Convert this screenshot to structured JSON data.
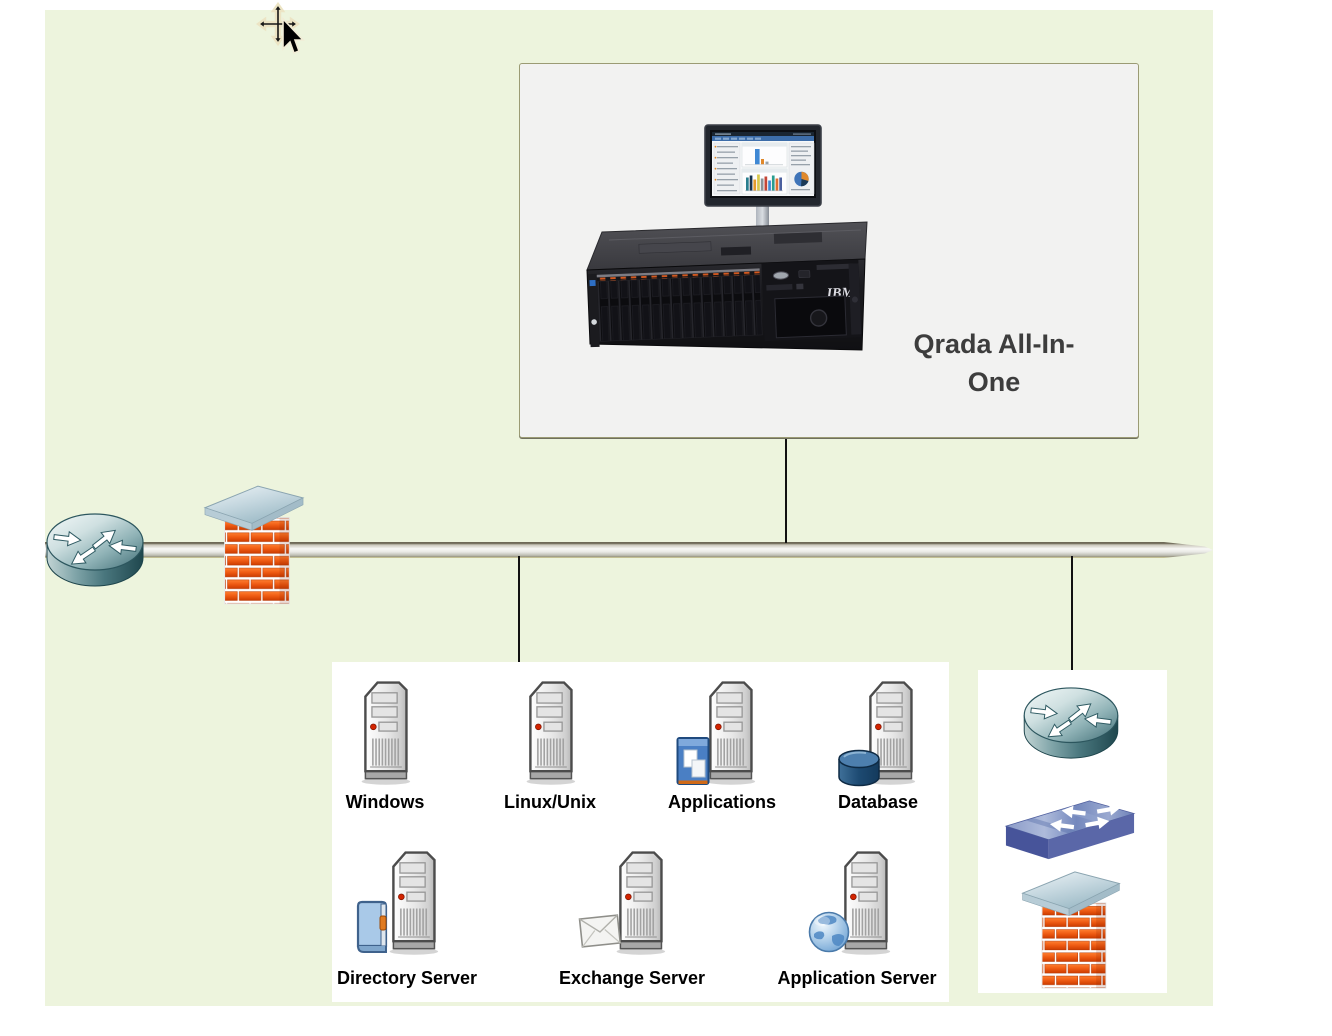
{
  "diagram": {
    "qrada": {
      "title_line1": "Qrada All-In-",
      "title_line2": "One",
      "server_brand": "IBM"
    },
    "servers": {
      "row1": [
        {
          "label": "Windows",
          "overlay": "none"
        },
        {
          "label": "Linux/Unix",
          "overlay": "none"
        },
        {
          "label": "Applications",
          "overlay": "app-window"
        },
        {
          "label": "Database",
          "overlay": "database-cylinder"
        }
      ],
      "row2": [
        {
          "label": "Directory Server",
          "overlay": "address-book"
        },
        {
          "label": "Exchange Server",
          "overlay": "envelope"
        },
        {
          "label": "Application Server",
          "overlay": "globe"
        }
      ]
    },
    "edge_devices": [
      "router",
      "firewall"
    ],
    "right_devices": [
      "router",
      "switch",
      "firewall"
    ],
    "colors": {
      "canvas_bg": "#edf4dd",
      "qrada_box_bg": "#f2f2f1",
      "qrada_box_border": "#9b9b74",
      "panel_bg": "#ffffff",
      "connector": "#111111",
      "title_text": "#3d3d3d",
      "label_text": "#000000",
      "brick_orange": "#ee5a12",
      "firewall_roof": "#c6d8e0",
      "router_teal": "#49767d",
      "switch_blue": "#5a67a8",
      "bus_gray": "#d9d9d4"
    }
  }
}
